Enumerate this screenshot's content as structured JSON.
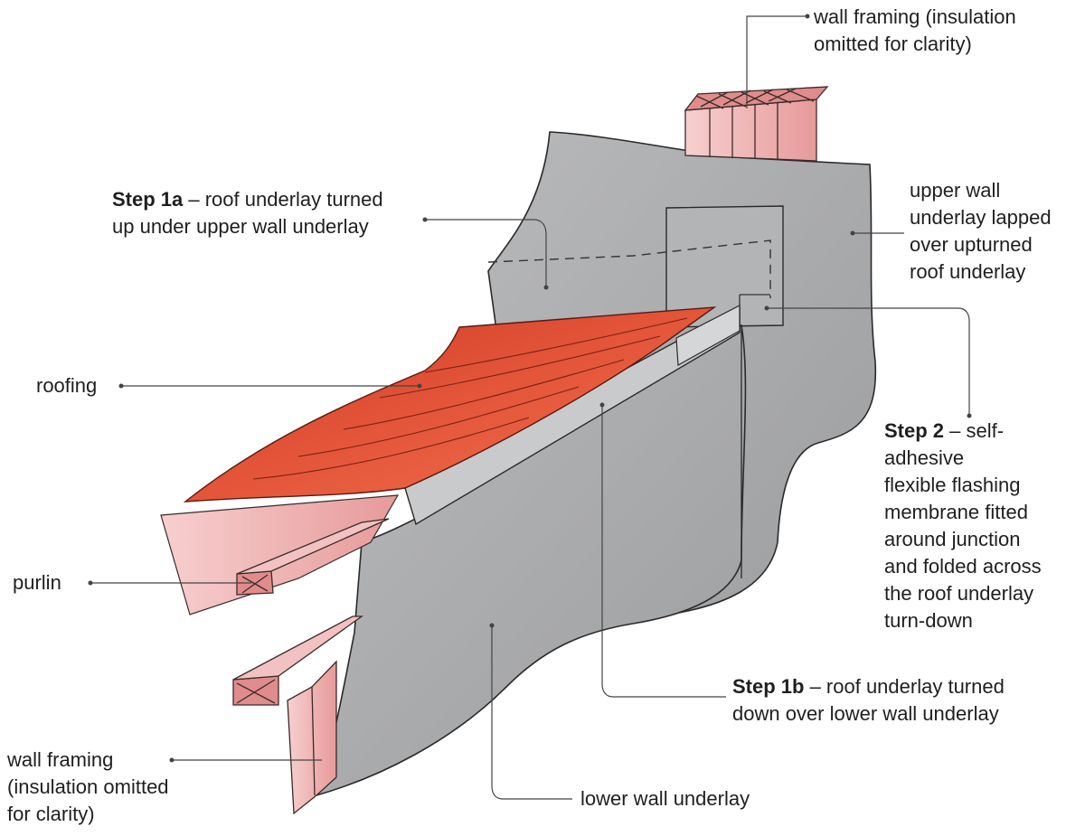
{
  "labels": {
    "wall_framing_top": "wall framing (insulation omitted for clarity)",
    "wall_framing_top_lines": [
      "wall framing (insulation",
      "omitted for clarity)"
    ],
    "step1a_bold": "Step 1a",
    "step1a_text_lines": [
      " – roof underlay turned",
      "up under upper wall underlay"
    ],
    "upper_wall_lines": [
      "upper wall",
      "underlay lapped",
      "over upturned",
      "roof underlay"
    ],
    "roofing": "roofing",
    "step2_bold": "Step 2",
    "step2_text_lines": [
      " – self-",
      "adhesive",
      "flexible flashing",
      "membrane fitted",
      "around junction",
      "and folded across",
      "the roof underlay",
      "turn-down"
    ],
    "purlin": "purlin",
    "step1b_bold": "Step 1b",
    "step1b_text_lines": [
      " – roof underlay turned",
      "down over lower wall underlay"
    ],
    "wall_framing_bottom_lines": [
      "wall framing",
      "(insulation omitted",
      "for clarity)"
    ],
    "lower_wall": "lower wall underlay"
  },
  "colors": {
    "underlay_grey": "#a9aaac",
    "underlay_light": "#c4c5c7",
    "roofing_red": "#d8452c",
    "roofing_dark": "#b8321f",
    "framing_pink": "#f0b4b4",
    "framing_dark": "#d98a8a",
    "leader_line": "#444444"
  }
}
